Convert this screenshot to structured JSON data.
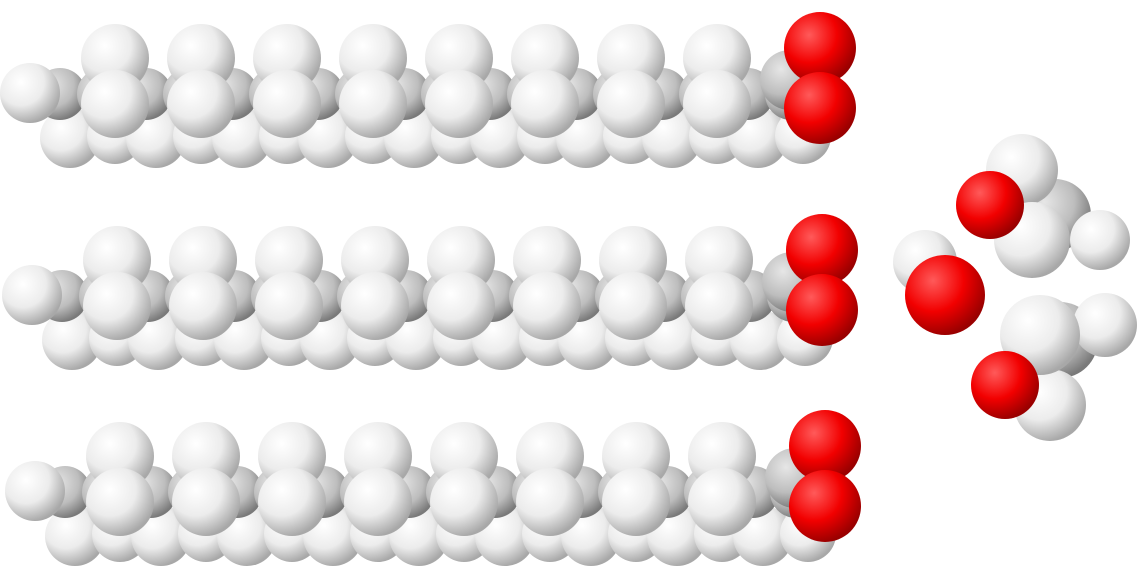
{
  "scene": {
    "background": "#ffffff",
    "subject": "space-filling-molecular-model",
    "colors": {
      "hydrogen": "#f2f2f2",
      "hydrogen_edge": "#9a9a9a",
      "carbon": "#bdbdbd",
      "carbon_edge": "#7a7a7a",
      "oxygen": "#ff1a1a",
      "oxygen_edge": "#9a0000"
    },
    "fatty_acid_chains": [
      {
        "carbon_count": 18
      },
      {
        "carbon_count": 18
      },
      {
        "carbon_count": 18
      }
    ],
    "glycerol": {
      "carbon_count": 3,
      "oxygen_count": 3
    }
  }
}
